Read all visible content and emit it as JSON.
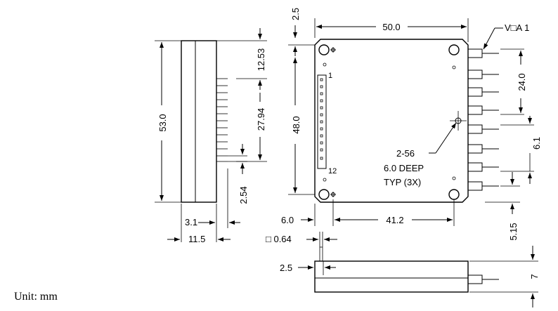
{
  "unit_label": "Unit: mm",
  "side_view": {
    "dim_height": "53.0",
    "dim_top_offset": "12.53",
    "dim_pin_span": "27.94",
    "dim_pin_pitch": "2.54",
    "dim_body_width": "3.1",
    "dim_total_width": "11.5"
  },
  "top_view": {
    "dim_top_margin": "2.5",
    "dim_width": "50.0",
    "dim_height": "48.0",
    "dim_hole_spacing": "41.2",
    "dim_left_offset": "6.0",
    "pin_label_first": "1",
    "pin_label_last": "12",
    "vout_label": "V□A 1",
    "dim_out_span": "24.0",
    "dim_out_pitch": "6.1",
    "dim_bottom_offset": "5.15",
    "hole_note_line1": "2-56",
    "hole_note_line2": "6.0 DEEP",
    "hole_note_line3": "TYP (3X)"
  },
  "bottom_view": {
    "pin_size": "□ 0.64",
    "dim_pin_length": "2.5",
    "dim_height": "7"
  }
}
